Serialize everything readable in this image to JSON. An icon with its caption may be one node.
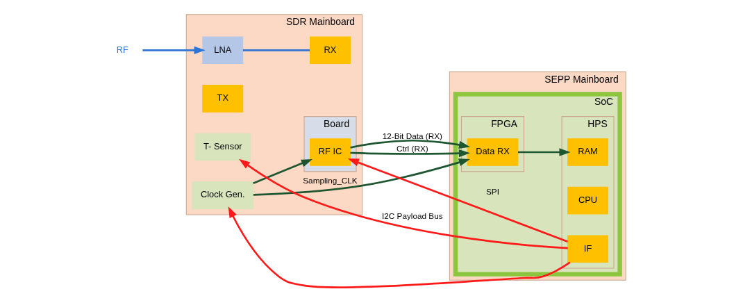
{
  "diagram": {
    "nodes": [
      {
        "text": [
          "SDR Mainboard"
        ]
      },
      {
        "text": [
          "Board"
        ],
        "in": 0
      },
      {
        "text": [
          "LNA"
        ],
        "in": 0
      },
      {
        "text": [
          "RX"
        ],
        "in": 0
      },
      {
        "text": [
          "RF IC"
        ],
        "in": 1
      },
      {
        "text": [
          "TX"
        ],
        "in": 0
      },
      {
        "text": [
          "T- Sensor"
        ],
        "in": 0
      },
      {
        "text": [
          "Clock Gen."
        ],
        "in": 0
      },
      {
        "text": [
          "SEPP Mainboard"
        ]
      },
      {
        "text": [
          "SoC"
        ],
        "in": 8
      },
      {
        "text": [
          "FPGA"
        ],
        "in": 9
      },
      {
        "text": [
          "Data RX"
        ],
        "in": 10
      },
      {
        "text": [
          "HPS"
        ],
        "in": 9
      },
      {
        "text": [
          "RAM"
        ],
        "in": 12
      },
      {
        "text": [
          "CPU"
        ],
        "in": 12
      },
      {
        "text": [
          "IF"
        ],
        "in": 12
      },
      {
        "text": [
          "RF"
        ]
      }
    ],
    "edges": [
      {
        "from": 16,
        "to": 2,
        "arrow": "to",
        "color": "#2e75d6"
      },
      {
        "from": 2,
        "to": 3,
        "arrow": "none",
        "color": "#2e75d6"
      },
      {
        "from": 4,
        "to": 11,
        "arrow": "to",
        "label": "12-Bit Data (RX)"
      },
      {
        "from": 4,
        "to": 11,
        "arrow": "to",
        "label": "Ctrl (RX)"
      },
      {
        "from": 11,
        "to": 13,
        "arrow": "to"
      },
      {
        "from": 15,
        "to": 4,
        "arrow": "to",
        "label": "SPI",
        "color": "#ff1a1a"
      },
      {
        "from": 7,
        "to": 4,
        "arrow": "to"
      },
      {
        "from": 7,
        "to": 11,
        "arrow": "to",
        "label": "Sampling_CLK"
      },
      {
        "from": 15,
        "to": 6,
        "arrow": "to",
        "label": "I2C Payload Bus",
        "color": "#ff1a1a"
      },
      {
        "from": 15,
        "to": 7,
        "arrow": "to",
        "color": "#ff1a1a"
      }
    ]
  }
}
